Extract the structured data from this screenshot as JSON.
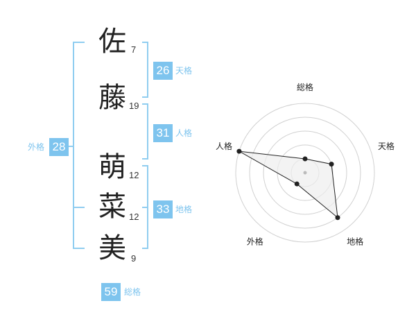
{
  "name": {
    "chars": [
      {
        "char": "佐",
        "strokes": "7"
      },
      {
        "char": "藤",
        "strokes": "19"
      },
      {
        "char": "萌",
        "strokes": "12"
      },
      {
        "char": "菜",
        "strokes": "12"
      },
      {
        "char": "美",
        "strokes": "9"
      }
    ]
  },
  "kaku": {
    "tenkaku": {
      "value": "26",
      "label": "天格"
    },
    "jinkaku": {
      "value": "31",
      "label": "人格"
    },
    "chikaku": {
      "value": "33",
      "label": "地格"
    },
    "gaikaku": {
      "value": "28",
      "label": "外格"
    },
    "soukaku": {
      "value": "59",
      "label": "総格"
    }
  },
  "colors": {
    "accent": "#7ec4ee",
    "bracket": "#8fcdf0",
    "ring": "#d0d0d0",
    "polygon_fill": "#eeeeee",
    "polygon_stroke": "#222222"
  },
  "chart_data": {
    "type": "radar",
    "axes": [
      "総格",
      "天格",
      "地格",
      "外格",
      "人格"
    ],
    "values": [
      1,
      2,
      4,
      1,
      5
    ],
    "rmax": 5,
    "rings": 5
  }
}
